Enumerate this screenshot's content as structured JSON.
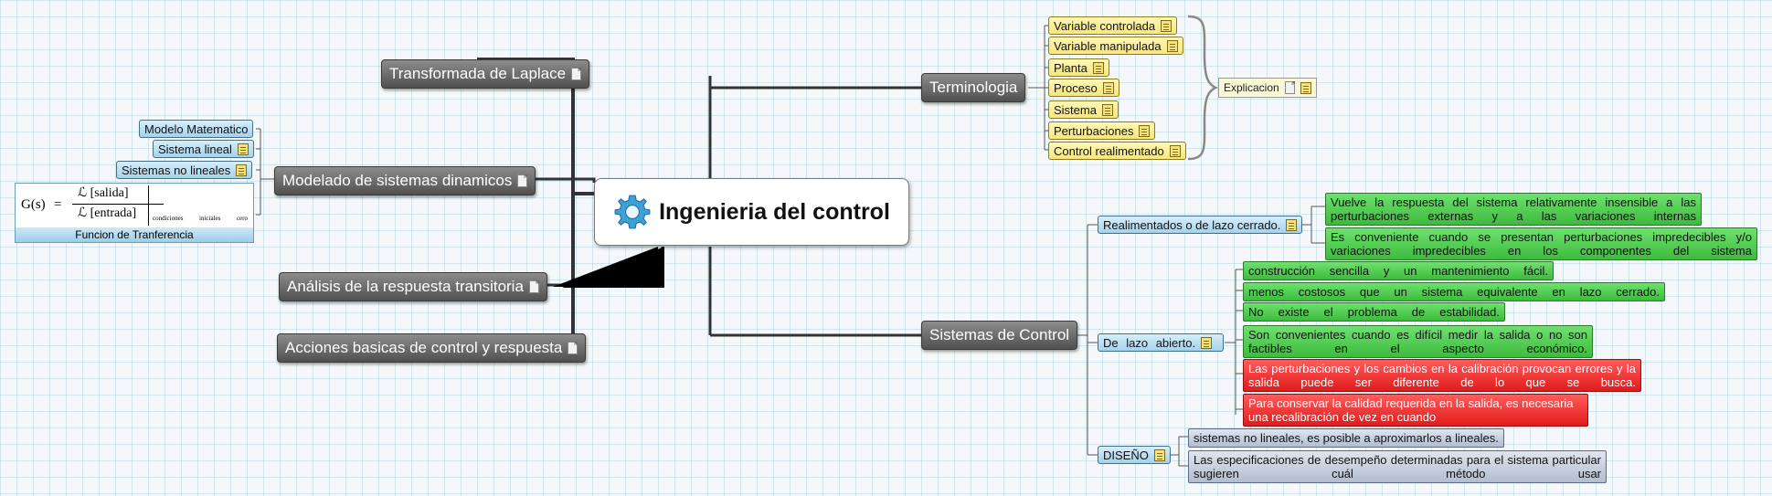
{
  "central": {
    "title": "Ingenieria del control"
  },
  "left": {
    "laplace": "Transformada de Laplace",
    "modelado": "Modelado de sistemas dinamicos",
    "modelado_children": [
      "Modelo Matematico",
      "Sistema lineal",
      "Sistemas no lineales"
    ],
    "transitoria": "Análisis de la respuesta transitoria",
    "acciones": "Acciones basicas de control y respuesta",
    "formula": {
      "lhs": "G(s)",
      "equals": "=",
      "numerator": "ℒ [salida]",
      "denominator": "ℒ [entrada]",
      "conditions": [
        "condiciones",
        "iniciales",
        "cero"
      ],
      "caption": "Funcion de Tranferencia"
    }
  },
  "terminologia": {
    "label": "Terminologia",
    "items": [
      "Variable controlada",
      "Variable manipulada",
      "Planta",
      "Proceso",
      "Sistema",
      "Perturbaciones",
      "Control realimentado"
    ],
    "summary": "Explicacion"
  },
  "sistemas": {
    "label": "Sistemas de Control",
    "realimentados": {
      "label": "Realimentados o de lazo cerrado.",
      "items": [
        "Vuelve la respuesta del sistema relativamente insensible a las perturbaciones externas y a las variaciones internas",
        "Es conveniente cuando se presentan perturbaciones impredecibles y/o variaciones impredecibles en los componentes del sistema"
      ]
    },
    "abierto": {
      "label": "De lazo abierto.",
      "items": [
        "construcción sencilla y un mantenimiento fácil.",
        "menos costosos que un sistema equivalente en lazo cerrado.",
        "No existe el problema de estabilidad.",
        "Son convenientes cuando es difícil medir la salida o no son factibles en el aspecto económico.",
        "Las perturbaciones y los cambios en la calibración provocan errores y la salida puede ser diferente de lo que se busca.",
        "Para conservar la calidad requerida en la salida, es necesaria una recalibración de vez en cuando"
      ]
    },
    "diseno": {
      "label": "DISEÑO",
      "items": [
        "sistemas no lineales, es posible a aproximarlos a lineales.",
        "Las especificaciones de desempeño determinadas para el sistema particular sugieren cuál método usar"
      ]
    }
  },
  "colors": {
    "main_topic": "#5e5e5e",
    "yellow_topic": "#f7e77a",
    "blue_topic": "#a4d2ec",
    "green_topic": "#3dbb3d",
    "red_topic": "#e21b1b",
    "gray_topic": "#b2bdcf"
  }
}
